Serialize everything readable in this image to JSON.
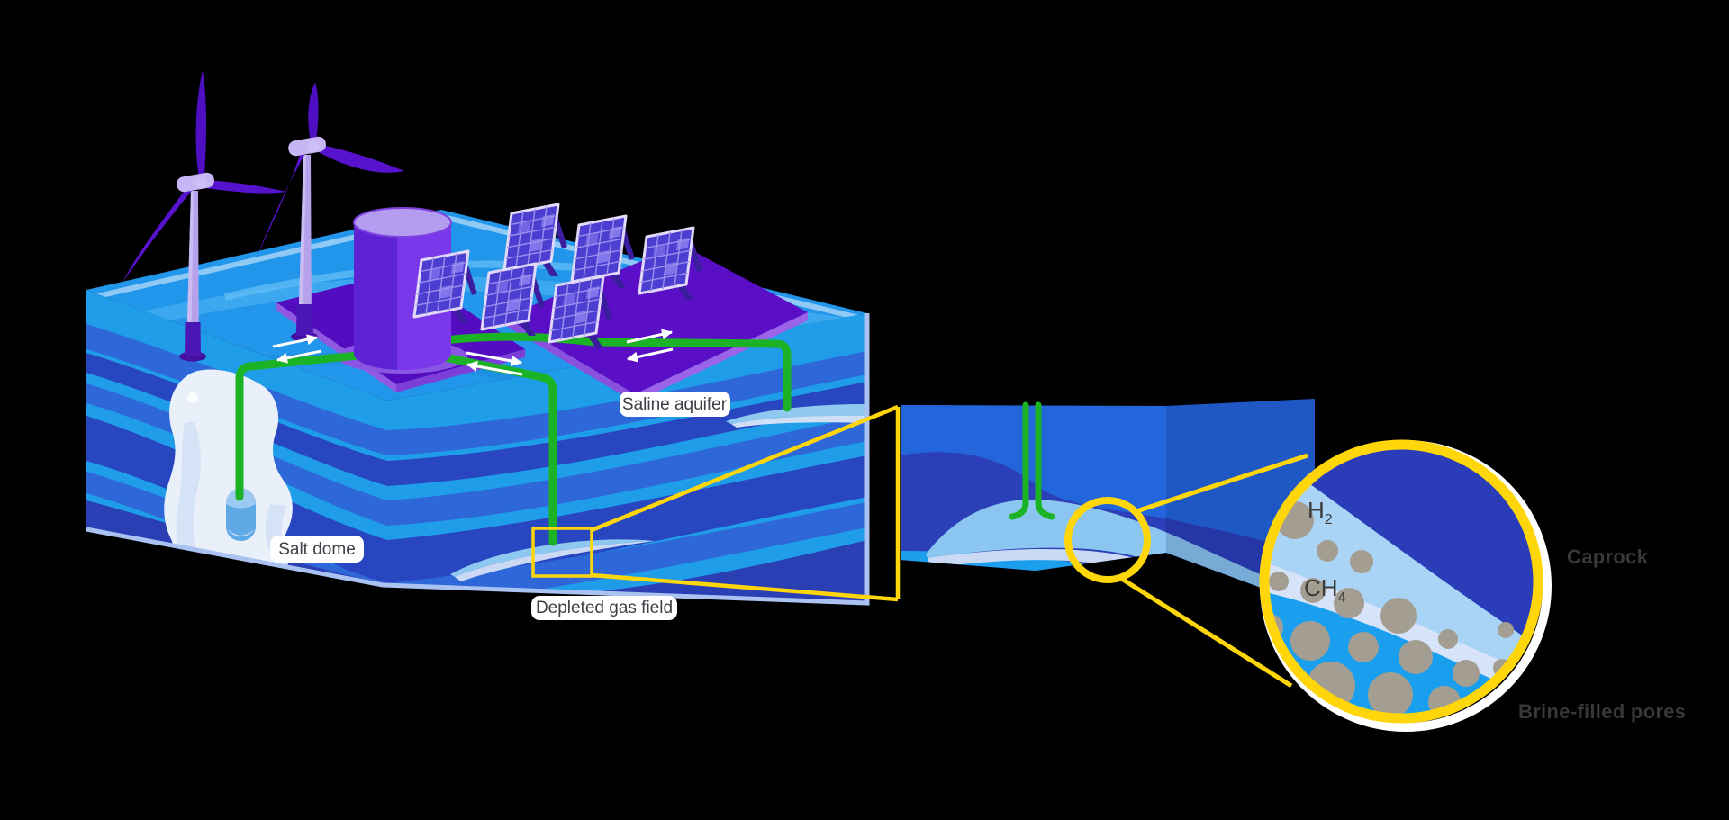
{
  "title": "Underground hydrogen storage diagram",
  "labels": {
    "salt_dome": "Salt dome",
    "saline_aquifer": "Saline aquifer",
    "depleted_gas_field": "Depleted gas field",
    "caprock": "Caprock",
    "brine_filled_pores": "Brine-filled pores",
    "h2_base": "H",
    "h2_sub": "2",
    "ch4_base": "CH",
    "ch4_sub": "4"
  },
  "components": [
    {
      "name": "wind-turbine",
      "count": 2
    },
    {
      "name": "solar-panel",
      "count": 6
    },
    {
      "name": "hydrogen-storage-tank",
      "count": 1
    },
    {
      "name": "storage-cavern",
      "count": 1
    },
    {
      "name": "injection-well",
      "count": 3
    }
  ],
  "colors": {
    "background": "#000000",
    "pipe_green": "#1CB226",
    "magnifier_yellow": "#FFD60A",
    "caprock_blue": "#2B3CB8",
    "brine_blue": "#199FED",
    "h2_zone_blue": "#A9D4F5",
    "ch4_band": "#D7E3F8",
    "grain_gray": "#A49E92",
    "strata_azure": "#1F9DE9",
    "strata_blue": "#2E68D8",
    "strata_indigo": "#2946C1",
    "surface_azure": "#2196EA",
    "platform_purple": "#5A0FC6",
    "turbine_purple": "#5712CE",
    "salt_dome_white": "#E9F0FA",
    "label_chip_bg": "#FFFFFF",
    "label_text_dark": "#383838"
  }
}
